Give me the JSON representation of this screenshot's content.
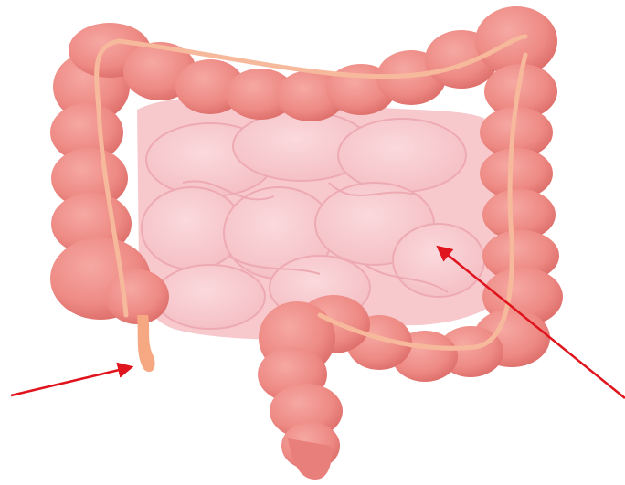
{
  "diagram": {
    "subject": "large-intestine-illustration",
    "colors": {
      "colon_fill": "#ee8a84",
      "colon_shadow": "#dc6c68",
      "colon_highlight": "#f8b3ae",
      "taenia_band": "#f7b99c",
      "small_intestine_fill": "#f7c9cd",
      "small_intestine_line": "#eeaab2",
      "appendix": "#f5a882",
      "arrow": "#e0141c"
    },
    "arrows": [
      {
        "name": "appendix-arrow",
        "points_to": "appendix",
        "label": ""
      },
      {
        "name": "small-intestine-arrow",
        "points_to": "small-intestine",
        "label": ""
      }
    ]
  }
}
